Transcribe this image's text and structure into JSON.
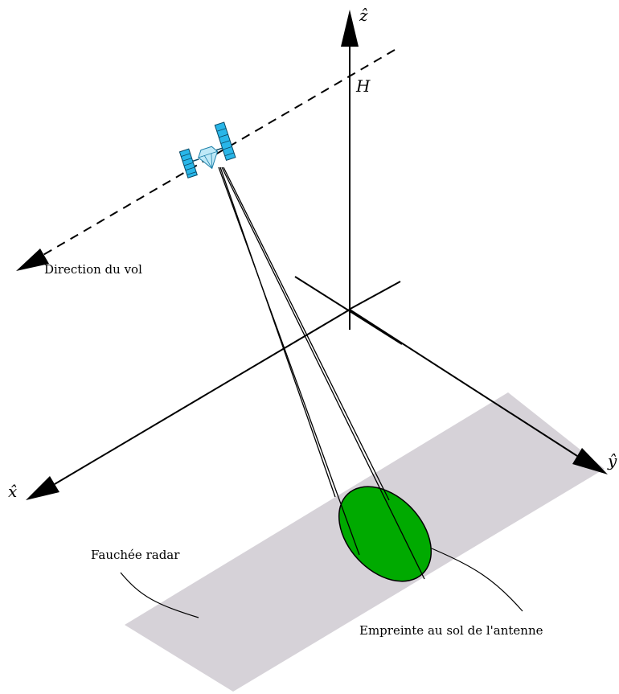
{
  "labels": {
    "z_axis": "ẑ",
    "height": "H",
    "x_axis": "x̂",
    "y_axis": "ŷ",
    "flight_direction": "Direction du vol",
    "swath": "Fauchée radar",
    "footprint": "Empreinte au sol de l'antenne"
  },
  "colors": {
    "swath_fill": "#d6d2d8",
    "footprint_fill": "#00aa00",
    "satellite_panel": "#29b6e8",
    "satellite_body": "#bfe9f7"
  },
  "icons": {
    "satellite": "satellite-icon"
  }
}
